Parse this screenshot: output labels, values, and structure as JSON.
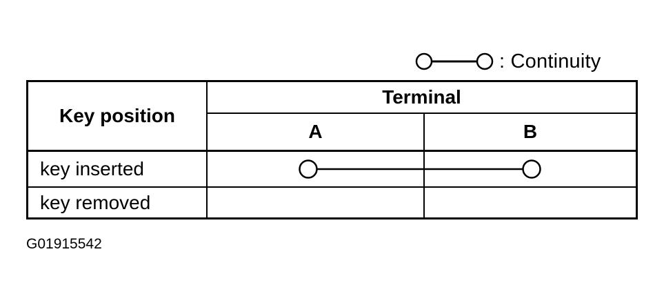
{
  "legend": {
    "symbol": "continuity-symbol",
    "label": ": Continuity"
  },
  "table": {
    "header": {
      "row_label": "Key position",
      "group_label": "Terminal",
      "columns": [
        "A",
        "B"
      ]
    },
    "rows": [
      {
        "label": "key inserted",
        "continuity": [
          "A",
          "B"
        ]
      },
      {
        "label": "key removed",
        "continuity": []
      }
    ]
  },
  "figure_code": "G01915542"
}
